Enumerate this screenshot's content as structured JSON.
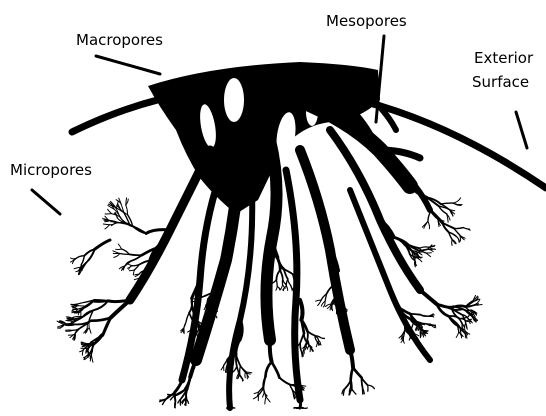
{
  "labels": {
    "macropores": "Macropores",
    "mesopores": "Mesopores",
    "exterior_line1": "Exterior",
    "exterior_line2": "Surface",
    "micropores": "Micropores"
  },
  "colors": {
    "ink": "#000000",
    "background": "#ffffff"
  }
}
